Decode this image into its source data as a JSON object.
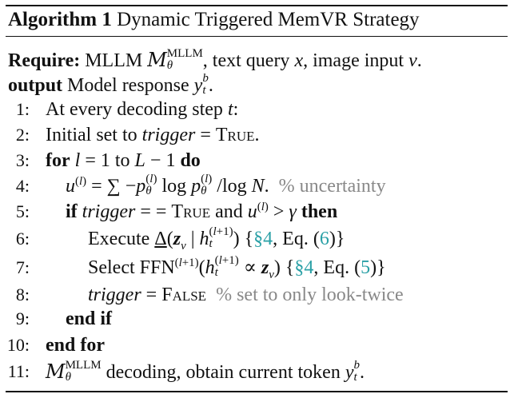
{
  "title": {
    "label": "Algorithm 1",
    "text": "Dynamic Triggered MemVR Strategy"
  },
  "require": {
    "keyword": "Require:",
    "text1": "MLLM",
    "text2": ", text query",
    "text3": ", image input",
    "text4": "."
  },
  "output": {
    "keyword": "output",
    "text1": "Model response",
    "text2": "."
  },
  "lines": [
    {
      "num": "1:",
      "text": "At every decoding step"
    },
    {
      "num": "2:",
      "text": "Initial set to",
      "trigger": "trigger",
      "eq": "=",
      "value": "True",
      "end": "."
    },
    {
      "num": "3:",
      "for": "for",
      "to": "to",
      "do": "do"
    },
    {
      "num": "4:",
      "comment": "% uncertainty"
    },
    {
      "num": "5:",
      "if": "if",
      "trigger": "trigger",
      "eq": "= =",
      "value": "True",
      "and": "and",
      "then": "then"
    },
    {
      "num": "6:",
      "text": "Execute",
      "ref_sec": "§4",
      "ref_eq_prefix": "Eq.",
      "ref_eq": "6"
    },
    {
      "num": "7:",
      "text": "Select FFN",
      "ref_sec": "§4",
      "ref_eq_prefix": "Eq.",
      "ref_eq": "5"
    },
    {
      "num": "8:",
      "trigger": "trigger",
      "eq": "=",
      "value": "False",
      "comment": "% set to only look-twice"
    },
    {
      "num": "9:",
      "text": "end if"
    },
    {
      "num": "10:",
      "text": "end for"
    },
    {
      "num": "11:",
      "text": "decoding, obtain current token"
    }
  ],
  "colors": {
    "comment": "#888888",
    "reference": "#2aa0a6",
    "text": "#111111"
  }
}
